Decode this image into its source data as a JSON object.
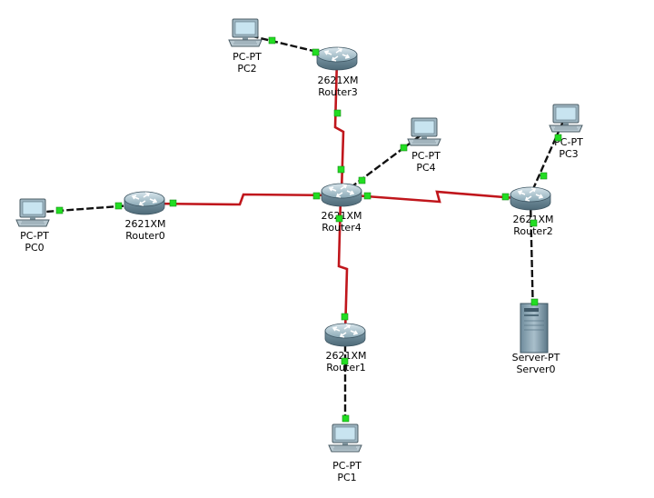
{
  "colors": {
    "serial_link": "#c0161c",
    "ethernet_link": "#111111",
    "port_light": "#22dd22",
    "router_body": "#8aa9b6",
    "pc_screen": "#c8e4f0",
    "server_body": "#8aa2b2"
  },
  "devices": {
    "router0": {
      "model": "2621XM",
      "name": "Router0",
      "icon": "router-icon"
    },
    "router1": {
      "model": "2621XM",
      "name": "Router1",
      "icon": "router-icon"
    },
    "router2": {
      "model": "2621XM",
      "name": "Router2",
      "icon": "router-icon"
    },
    "router3": {
      "model": "2621XM",
      "name": "Router3",
      "icon": "router-icon"
    },
    "router4": {
      "model": "2621XM",
      "name": "Router4",
      "icon": "router-icon"
    },
    "pc0": {
      "model": "PC-PT",
      "name": "PC0",
      "icon": "pc-icon"
    },
    "pc1": {
      "model": "PC-PT",
      "name": "PC1",
      "icon": "pc-icon"
    },
    "pc2": {
      "model": "PC-PT",
      "name": "PC2",
      "icon": "pc-icon"
    },
    "pc3": {
      "model": "PC-PT",
      "name": "PC3",
      "icon": "pc-icon"
    },
    "pc4": {
      "model": "PC-PT",
      "name": "PC4",
      "icon": "pc-icon"
    },
    "server0": {
      "model": "Server-PT",
      "name": "Server0",
      "icon": "server-icon"
    }
  },
  "links": [
    {
      "from": "router4",
      "to": "router0",
      "type": "serial"
    },
    {
      "from": "router4",
      "to": "router3",
      "type": "serial"
    },
    {
      "from": "router4",
      "to": "router2",
      "type": "serial"
    },
    {
      "from": "router4",
      "to": "router1",
      "type": "serial"
    },
    {
      "from": "router0",
      "to": "pc0",
      "type": "ethernet"
    },
    {
      "from": "router3",
      "to": "pc2",
      "type": "ethernet"
    },
    {
      "from": "router4",
      "to": "pc4",
      "type": "ethernet"
    },
    {
      "from": "router2",
      "to": "pc3",
      "type": "ethernet"
    },
    {
      "from": "router2",
      "to": "server0",
      "type": "ethernet"
    },
    {
      "from": "router1",
      "to": "pc1",
      "type": "ethernet"
    }
  ]
}
